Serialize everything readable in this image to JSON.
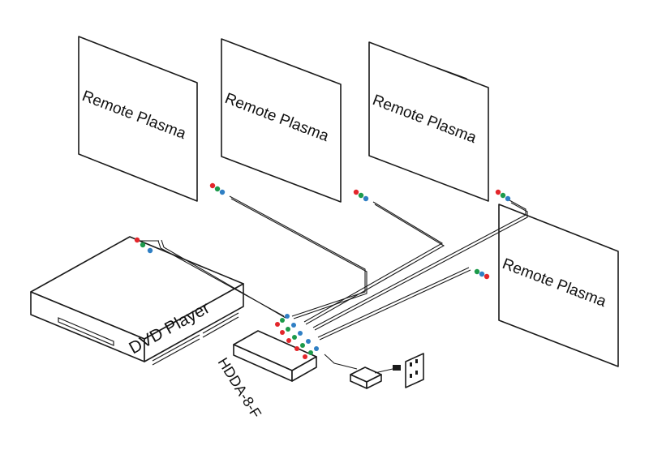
{
  "labels": {
    "plasma_1": "Remote Plasma",
    "plasma_2": "Remote Plasma",
    "plasma_3": "Remote Plasma",
    "plasma_4": "Remote Plasma",
    "dvd_player": "DVD Player",
    "amplifier": "HDDA-8-F"
  },
  "colors": {
    "red": "#e3262b",
    "green": "#1c9a4b",
    "blue": "#2f7fc4",
    "line": "#1a1a1a"
  },
  "icons": [
    "power-outlet-icon",
    "power-adapter-icon",
    "rca-plug-icon"
  ]
}
